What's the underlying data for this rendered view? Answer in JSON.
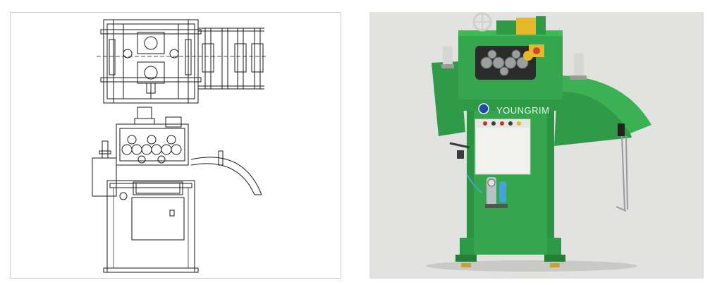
{
  "left_panel": {
    "content": "technical-drawing",
    "line_color": "#1a1a1a"
  },
  "right_panel": {
    "content": "machine-photo",
    "brand_label": "YOUNGRIM",
    "colors": {
      "machine_green": "#35a64e",
      "machine_dark_green": "#238a3a",
      "control_box": "#f1f1ee",
      "background": "#e2e3e0",
      "accent_yellow": "#e4b828"
    }
  }
}
